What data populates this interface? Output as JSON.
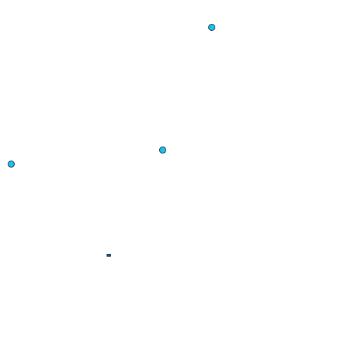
{
  "canvas": {
    "background": "#ffffff"
  },
  "markers": [
    {
      "kind": "circle",
      "fill": "#18c2f0",
      "stroke": "#1a2a3a"
    },
    {
      "kind": "circle",
      "fill": "#18c2f0",
      "stroke": "#1a2a3a"
    },
    {
      "kind": "circle",
      "fill": "#18c2f0",
      "stroke": "#1a2a3a"
    }
  ],
  "small_marks": [
    {
      "kind": "small-rect",
      "fill": "#1a4f8f"
    }
  ]
}
